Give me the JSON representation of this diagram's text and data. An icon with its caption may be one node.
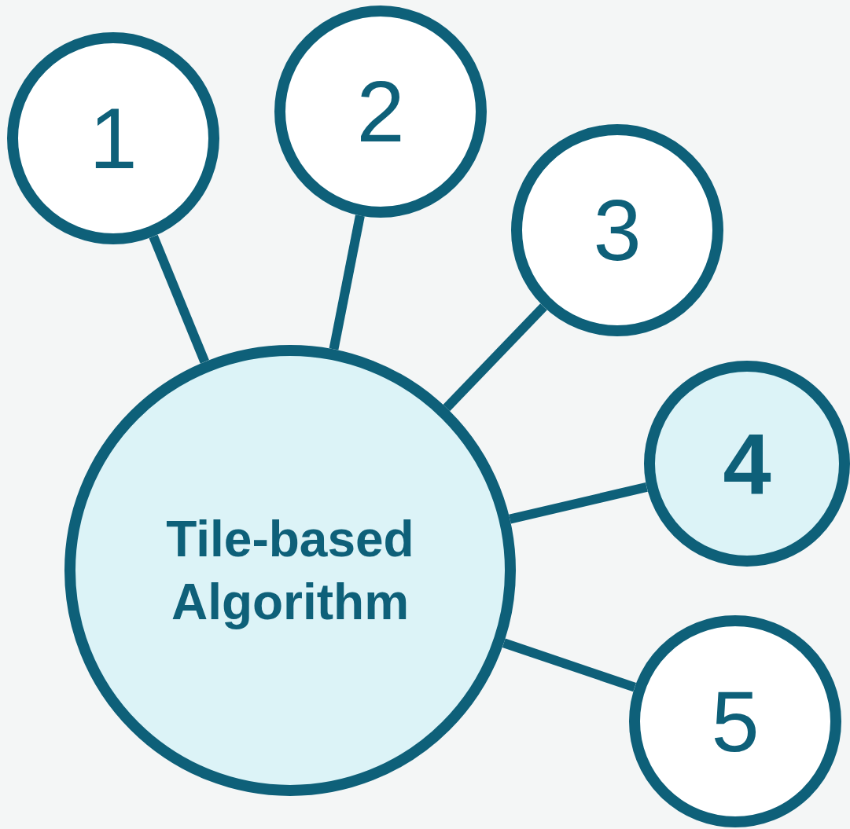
{
  "diagram": {
    "nodes": [
      {
        "text": [
          "Tile-based Algorithm"
        ]
      },
      {
        "text": [
          "1"
        ]
      },
      {
        "text": [
          "2"
        ]
      },
      {
        "text": [
          "3"
        ]
      },
      {
        "text": [
          "4"
        ]
      },
      {
        "text": [
          "5"
        ]
      }
    ],
    "edges": [
      {
        "from": 0,
        "to": 1,
        "arrow": "none"
      },
      {
        "from": 0,
        "to": 2,
        "arrow": "none"
      },
      {
        "from": 0,
        "to": 3,
        "arrow": "none"
      },
      {
        "from": 0,
        "to": 4,
        "arrow": "none"
      },
      {
        "from": 0,
        "to": 5,
        "arrow": "none"
      }
    ]
  }
}
